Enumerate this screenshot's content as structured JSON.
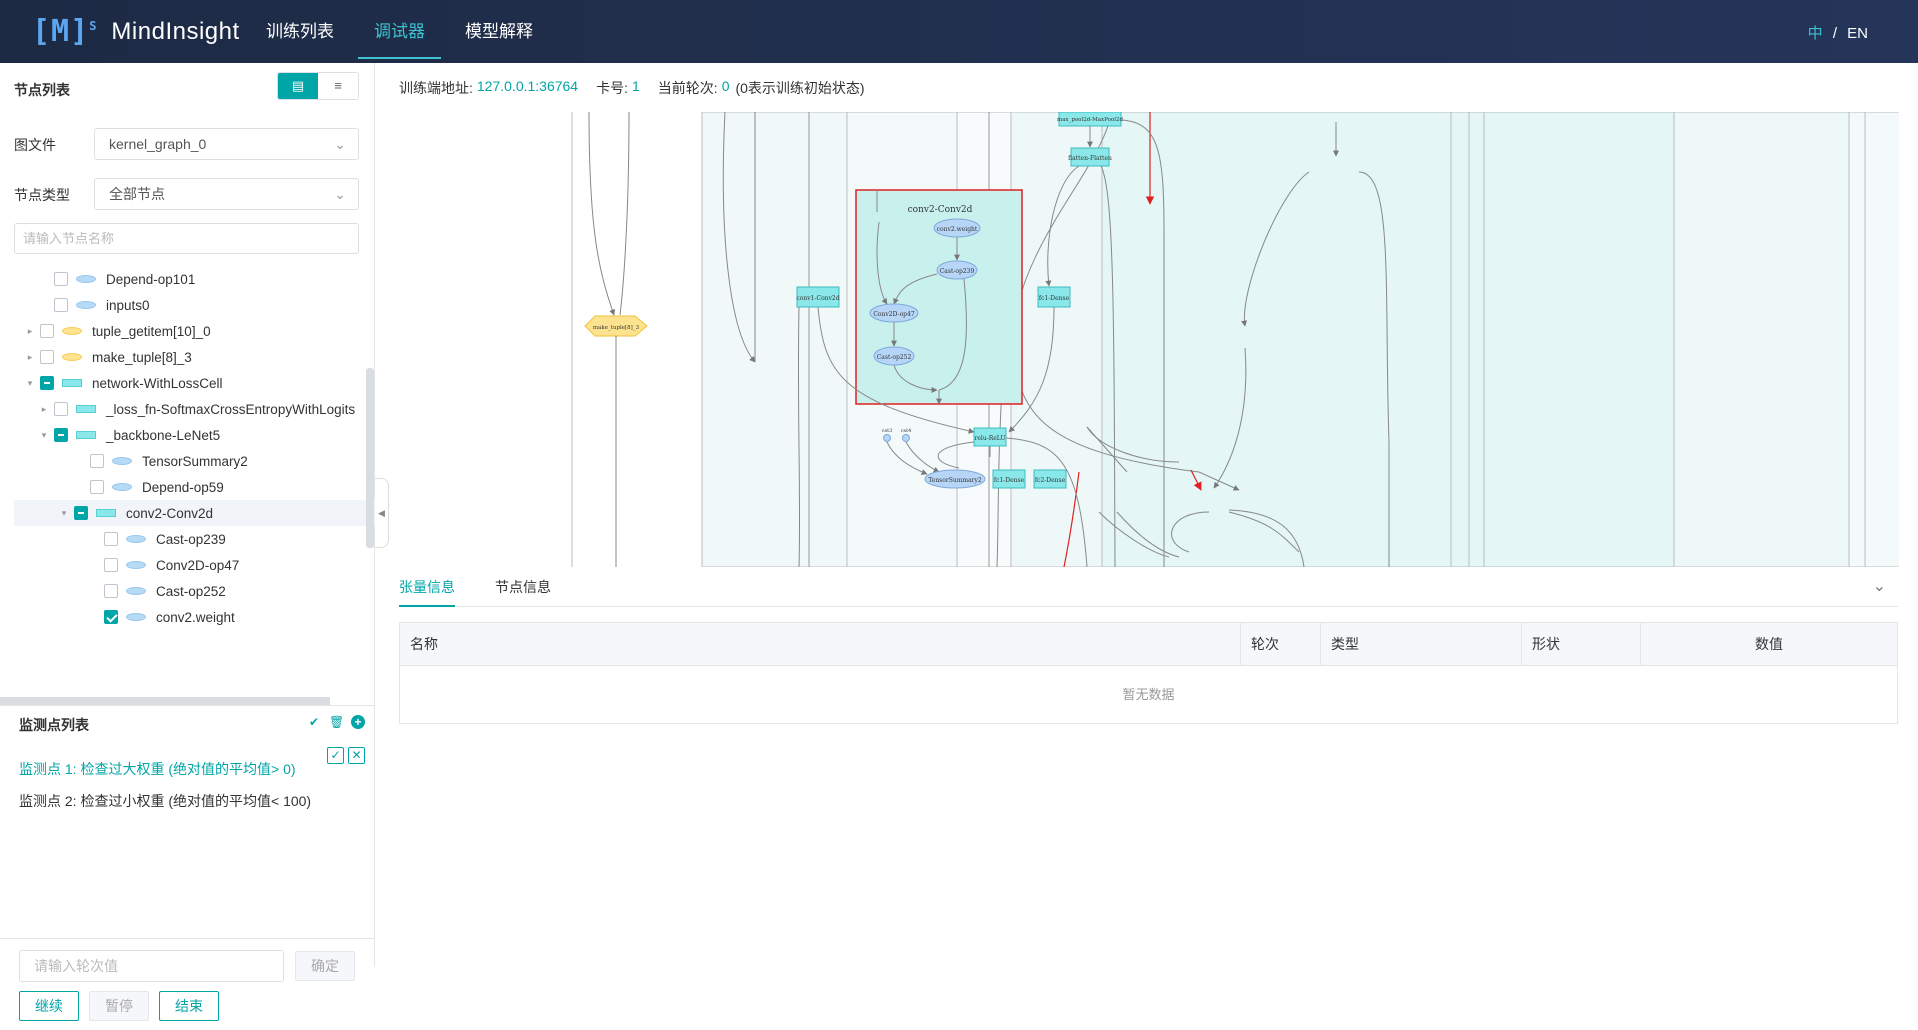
{
  "app": {
    "logo_mark": "[M]",
    "logo_sup": "S",
    "name": "MindInsight",
    "nav": [
      {
        "label": "训练列表"
      },
      {
        "label": "调试器"
      },
      {
        "label": "模型解释"
      }
    ],
    "lang": {
      "zh": "中",
      "sep": "/",
      "en": "EN"
    }
  },
  "left": {
    "title": "节点列表",
    "graph_file_label": "图文件",
    "graph_file_value": "kernel_graph_0",
    "node_type_label": "节点类型",
    "node_type_value": "全部节点",
    "search_placeholder": "请输入节点名称",
    "tree": [
      {
        "label": "Depend-op101",
        "caret": "",
        "check": "none",
        "shape": "ellipse"
      },
      {
        "label": "inputs0",
        "caret": "",
        "check": "none",
        "shape": "ellipse"
      },
      {
        "label": "tuple_getitem[10]_0",
        "caret": "▸",
        "check": "none",
        "shape": "ellipse-yellow"
      },
      {
        "label": "make_tuple[8]_3",
        "caret": "▸",
        "check": "none",
        "shape": "ellipse-yellow"
      },
      {
        "label": "network-WithLossCell",
        "caret": "▾",
        "check": "partial",
        "shape": "rect"
      },
      {
        "label": "_loss_fn-SoftmaxCrossEntropyWithLogits",
        "caret": "▸",
        "check": "none",
        "shape": "rect"
      },
      {
        "label": "_backbone-LeNet5",
        "caret": "▾",
        "check": "partial",
        "shape": "rect"
      },
      {
        "label": "TensorSummary2",
        "caret": "",
        "check": "none",
        "shape": "ellipse"
      },
      {
        "label": "Depend-op59",
        "caret": "",
        "check": "none",
        "shape": "ellipse"
      },
      {
        "label": "conv2-Conv2d",
        "caret": "▾",
        "check": "partial",
        "shape": "rect"
      },
      {
        "label": "Cast-op239",
        "caret": "",
        "check": "none",
        "shape": "ellipse"
      },
      {
        "label": "Conv2D-op47",
        "caret": "",
        "check": "none",
        "shape": "ellipse"
      },
      {
        "label": "Cast-op252",
        "caret": "",
        "check": "none",
        "shape": "ellipse"
      },
      {
        "label": "conv2.weight",
        "caret": "",
        "check": "checked",
        "shape": "ellipse"
      }
    ],
    "watchpoints": {
      "title": "监测点列表",
      "items": [
        {
          "label": "监测点 1: 检查过大权重 (绝对值的平均值> 0)"
        },
        {
          "label": "监测点 2: 检查过小权重 (绝对值的平均值< 100)"
        }
      ]
    },
    "step_placeholder": "请输入轮次值",
    "confirm_label": "确定",
    "continue_label": "继续",
    "pause_label": "暂停",
    "end_label": "结束"
  },
  "info": {
    "address_label": "训练端地址:",
    "address_value": "127.0.0.1:36764",
    "card_label": "卡号:",
    "card_value": "1",
    "step_label": "当前轮次:",
    "step_value": "0",
    "step_note": "(0表示训练初始状态)"
  },
  "graph": {
    "nodes": {
      "maxpool": "max_pool2d-MaxPool2d",
      "flatten": "flatten-Flatten",
      "conv2_title": "conv2-Conv2d",
      "conv2_weight": "conv2.weight",
      "cast239": "Cast-op239",
      "conv2d47": "Conv2D-op47",
      "cast252": "Cast-op252",
      "conv1": "conv1-Conv2d",
      "fc1": "fc1-Dense",
      "relu": "relu-ReLU",
      "make_tuple": "make_tuple[8]_3",
      "tensor_summary": "TensorSummary2",
      "fc1b": "fc1-Dense",
      "fc2": "fc2-Dense",
      "const3": "cst3",
      "const4": "cst4"
    }
  },
  "bottom": {
    "tabs": [
      {
        "label": "张量信息"
      },
      {
        "label": "节点信息"
      }
    ],
    "columns": [
      {
        "label": "名称"
      },
      {
        "label": "轮次"
      },
      {
        "label": "类型"
      },
      {
        "label": "形状"
      },
      {
        "label": "数值"
      }
    ],
    "empty_text": "暂无数据"
  },
  "colors": {
    "accent": "#00a5a7",
    "header": "#1d2a44",
    "node_fill": "#8ae8ea",
    "highlight": "#e02020"
  }
}
